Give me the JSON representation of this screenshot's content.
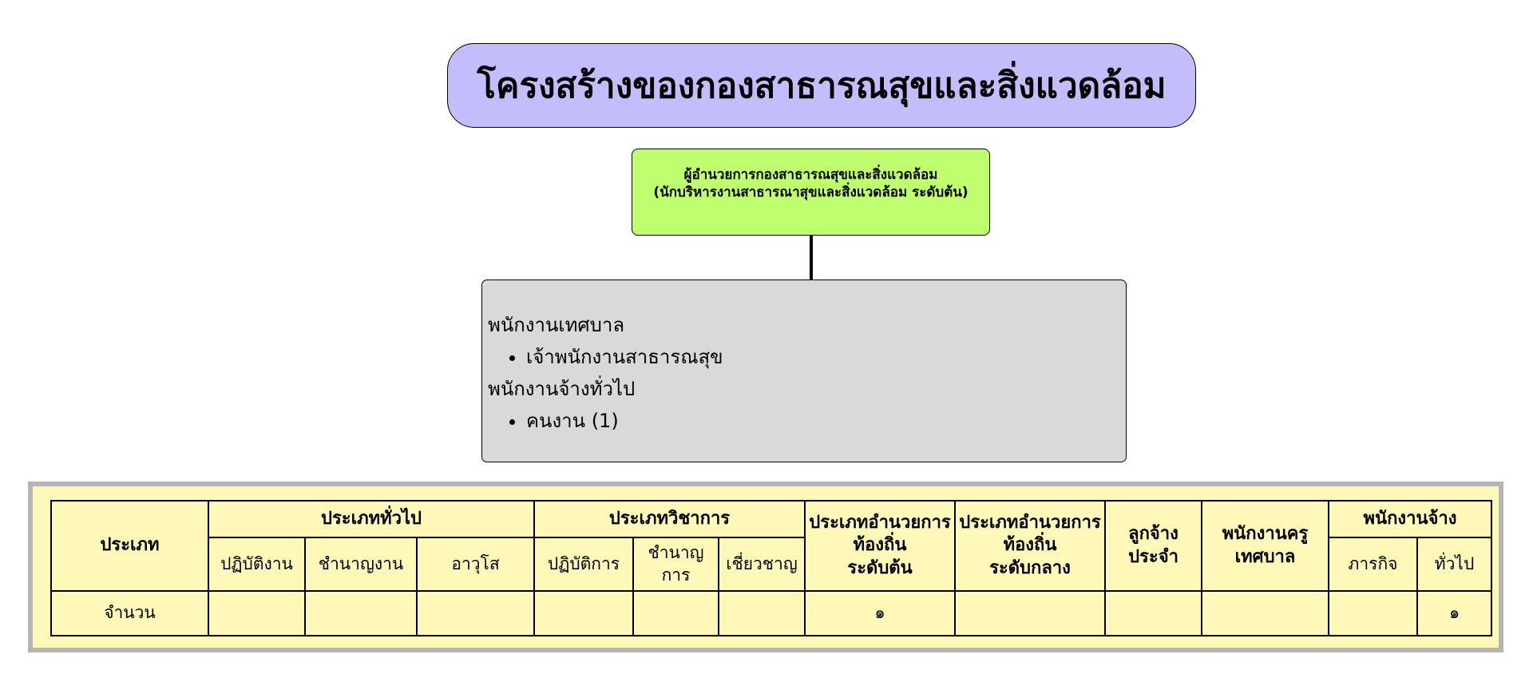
{
  "title": "โครงสร้างของกองสาธารณสุขและสิ่งแวดล้อม",
  "director": {
    "line1": "ผู้อำนวยการกองสาธารณสุขและสิ่งแวดล้อม",
    "line2": "(นักบริหารงานสาธารณาสุขและสิ่งแวดล้อม ระดับต้น)"
  },
  "staff": {
    "group1_label": "พนักงานเทศบาล",
    "group1_items": [
      "เจ้าพนักงานสาธารณสุข"
    ],
    "group2_label": "พนักงานจ้างทั่วไป",
    "group2_items": [
      "คนงาน (1)"
    ]
  },
  "table": {
    "type_header": "ประเภท",
    "general": {
      "label": "ประเภททั่วไป",
      "sub": [
        "ปฏิบัติงาน",
        "ชำนาญงาน",
        "อาวุโส"
      ]
    },
    "academic": {
      "label": "ประเภทวิชาการ",
      "sub": [
        "ปฏิบัติการ",
        "ชำนาญการ",
        "เชี่ยวชาญ"
      ]
    },
    "local_admin_early": {
      "line1": "ประเภทอำนวยการ",
      "line2": "ท้องถิ่น",
      "line3": "ระดับต้น"
    },
    "local_admin_middle": {
      "line1": "ประเภทอำนวยการ",
      "line2": "ท้องถิ่น",
      "line3": "ระดับกลาง"
    },
    "permanent_employee": {
      "line1": "ลูกจ้าง",
      "line2": "ประจำ"
    },
    "municipal_teacher": {
      "line1": "พนักงานครู",
      "line2": "เทศบาล"
    },
    "contract_staff": {
      "label": "พนักงานจ้าง",
      "sub": [
        "ภารกิจ",
        "ทั่วไป"
      ]
    },
    "count_row": {
      "label": "จำนวน",
      "values": [
        "",
        "",
        "",
        "",
        "",
        "",
        "๑",
        "",
        "",
        "",
        "",
        "๑"
      ]
    }
  }
}
